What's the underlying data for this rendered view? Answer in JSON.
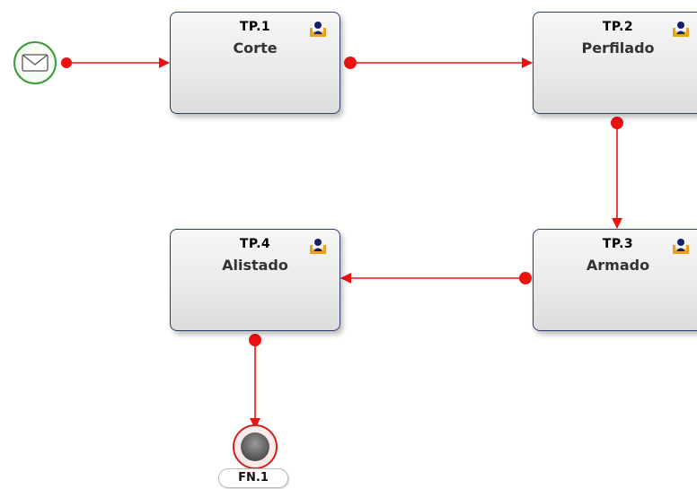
{
  "tasks": [
    {
      "code": "TP.1",
      "name": "Corte"
    },
    {
      "code": "TP.2",
      "name": "Perfilado"
    },
    {
      "code": "TP.3",
      "name": "Armado"
    },
    {
      "code": "TP.4",
      "name": "Alistado"
    }
  ],
  "start_event": {
    "type": "message",
    "icon": "envelope-icon"
  },
  "end_event": {
    "label": "FN.1"
  },
  "task_icon": "user-task-icon",
  "colors": {
    "connector": "#ee1111",
    "task_border": "#2b3d6b",
    "start_border": "#3a9a3a",
    "end_border": "#cc2222"
  }
}
